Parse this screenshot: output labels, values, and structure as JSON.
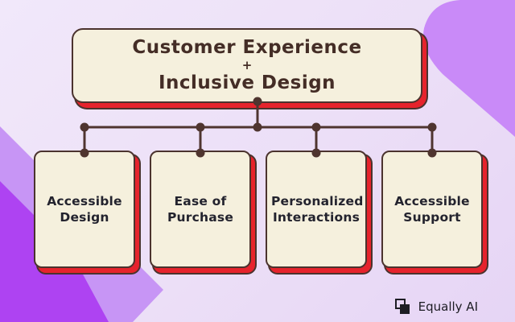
{
  "title_card": {
    "line1": "Customer Experience",
    "plus": "+",
    "line2": "Inclusive Design"
  },
  "nodes": [
    {
      "label": "Accessible Design"
    },
    {
      "label": "Ease of Purchase"
    },
    {
      "label": "Personalized Interactions"
    },
    {
      "label": "Accessible Support"
    }
  ],
  "logo": {
    "text": "Equally AI",
    "icon": "overlapping-squares-icon"
  },
  "colors": {
    "c-bg1": "#f1e8fa",
    "c-bg2": "#e6d5f5",
    "c-blob": "#c98af8",
    "c-band-light": "#c795f5",
    "c-band-dark": "#ae43f2",
    "c-cream": "#f5f0dd",
    "c-border": "#4b332e",
    "c-red": "#e6232c",
    "c-title": "#442d26",
    "c-node-text": "#23232e",
    "c-connector": "#4f352f",
    "c-logo": "#1d1d24"
  }
}
